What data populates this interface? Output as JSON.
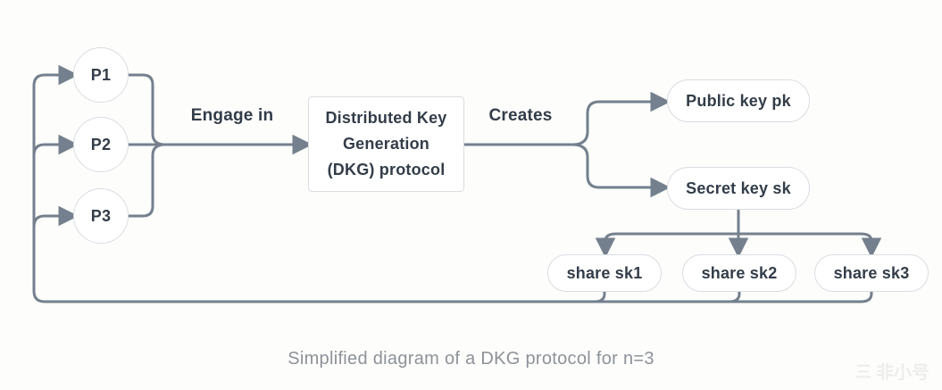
{
  "diagram": {
    "participants": [
      {
        "label": "P1"
      },
      {
        "label": "P2"
      },
      {
        "label": "P3"
      }
    ],
    "engage_label": "Engage in",
    "dkg_box": {
      "line1": "Distributed Key",
      "line2": "Generation",
      "line3": "(DKG) protocol"
    },
    "creates_label": "Creates",
    "public_key_label": "Public key pk",
    "secret_key_label": "Secret key sk",
    "shares": [
      {
        "label": "share sk1"
      },
      {
        "label": "share sk2"
      },
      {
        "label": "share sk3"
      }
    ],
    "caption": "Simplified diagram of a DKG protocol for n=3",
    "watermark": {
      "logo": "三",
      "text": "非小号"
    },
    "colors": {
      "connector": "#74808d",
      "node_border": "#d9dde1",
      "node_text": "#333d49",
      "caption_text": "#8d9298",
      "background": "#fdfdfc",
      "watermark": "#eeeeec"
    }
  }
}
